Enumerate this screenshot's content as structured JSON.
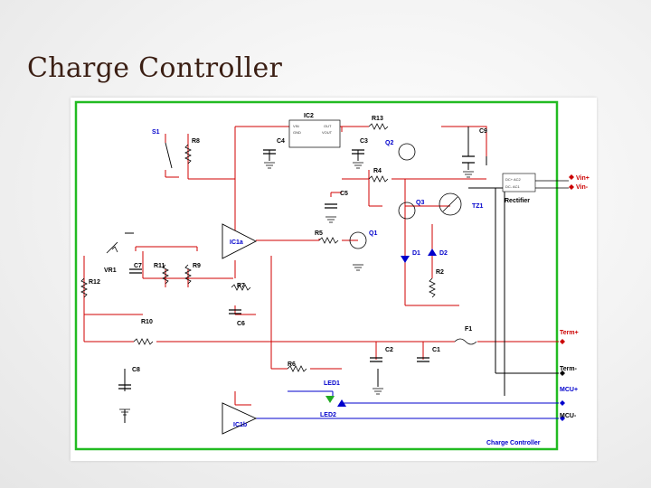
{
  "slide": {
    "title": "Charge Controller"
  },
  "schematic": {
    "frame_label": "Charge Controller",
    "components": {
      "ic2": "IC2",
      "r13": "R13",
      "c9": "C9",
      "s1": "S1",
      "r8": "R8",
      "c4": "C4",
      "c3": "C3",
      "q2": "Q2",
      "r4": "R4",
      "c5": "C5",
      "q3": "Q3",
      "tz1": "TZ1",
      "rectifier": "Rectifier",
      "ic1a": "IC1a",
      "r5": "R5",
      "q1": "Q1",
      "d1": "D1",
      "d2": "D2",
      "r2": "R2",
      "vr1": "VR1",
      "c7": "C7",
      "r11": "R11",
      "r9": "R9",
      "r12": "R12",
      "r7": "R7",
      "c6": "C6",
      "r10": "R10",
      "f1": "F1",
      "c8": "C8",
      "c2": "C2",
      "c1": "C1",
      "r6": "R6",
      "led1": "LED1",
      "led2": "LED2",
      "ic1b": "IC1b"
    },
    "terminals": {
      "vin_plus": "Vin+",
      "vin_minus": "Vin-",
      "term_plus": "Term+",
      "term_minus": "Term-",
      "mcu_plus": "MCU+",
      "mcu_minus": "MCU-"
    },
    "colors": {
      "wire_red": "#d00000",
      "wire_blue": "#0000cc",
      "wire_black": "#000000",
      "frame_green": "#22bb22"
    }
  }
}
